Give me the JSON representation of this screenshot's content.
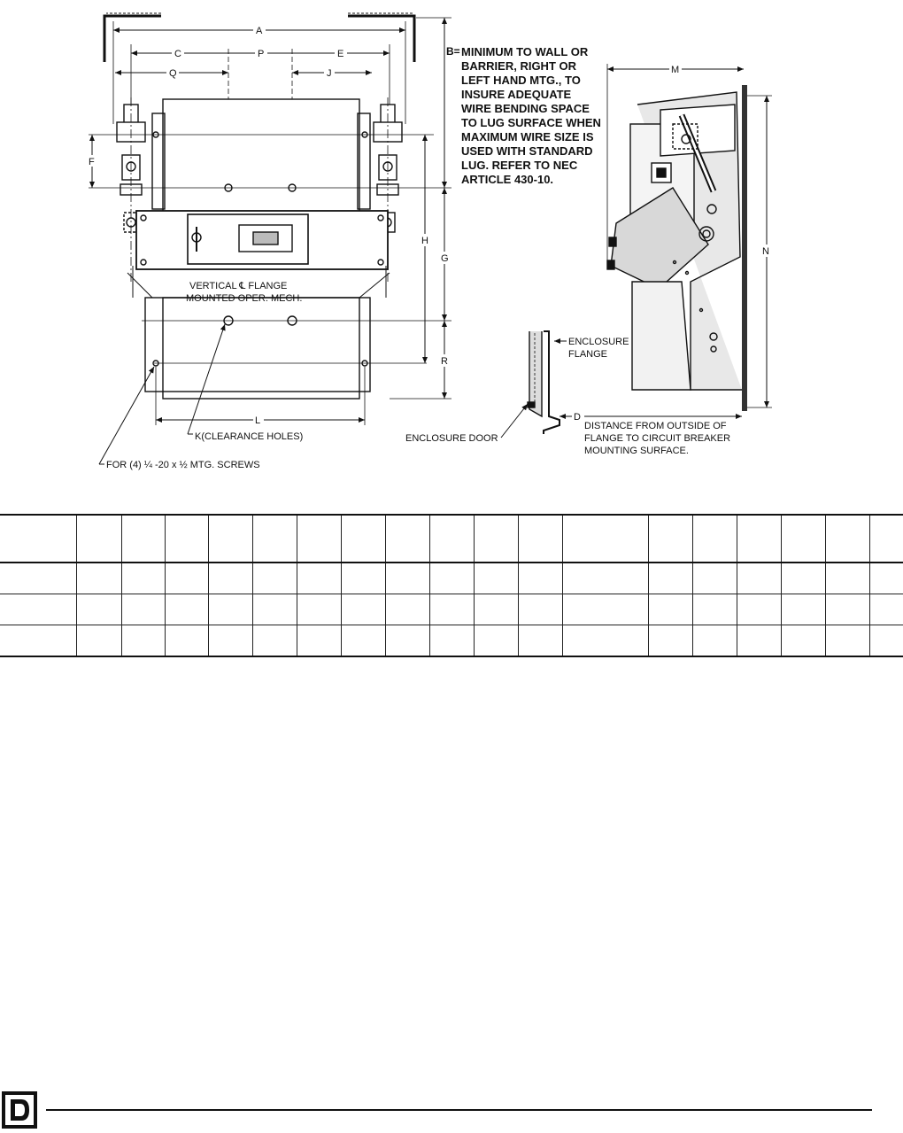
{
  "labels": {
    "dim_A": "A",
    "dim_B": "B=",
    "dim_C": "C",
    "dim_P": "P",
    "dim_E": "E",
    "dim_Q": "Q",
    "dim_J": "J",
    "dim_F": "F",
    "dim_H": "H",
    "dim_G": "G",
    "dim_R": "R",
    "dim_L": "L",
    "dim_M": "M",
    "dim_N": "N",
    "dim_D": "D",
    "mech_note_1": "VERTICAL ℄ FLANGE",
    "mech_note_2": "MOUNTED OPER. MECH.",
    "k_note": "K(CLEARANCE HOLES)",
    "screw_note": "FOR (4) ¼ -20 x ½ MTG. SCREWS",
    "enclosure_flange_1": "ENCLOSURE",
    "enclosure_flange_2": "FLANGE",
    "enclosure_door": "ENCLOSURE DOOR",
    "distance_note_1": "DISTANCE FROM OUTSIDE OF",
    "distance_note_2": "FLANGE TO CIRCUIT BREAKER",
    "distance_note_3": "MOUNTING SURFACE.",
    "b_note": [
      "MINIMUM TO WALL OR",
      "BARRIER, RIGHT OR",
      "LEFT HAND MTG., TO",
      "INSURE ADEQUATE",
      "WIRE BENDING SPACE",
      "TO LUG SURFACE WHEN",
      "MAXIMUM WIRE SIZE IS",
      "USED WITH STANDARD",
      "LUG. REFER TO NEC",
      "ARTICLE 430-10."
    ]
  },
  "table": {
    "columns": 19,
    "body_rows": 3
  },
  "colors": {
    "ink": "#111111",
    "paper": "#ffffff",
    "shade": "#dcdcdc"
  },
  "logo_icon": "square-d-logo-icon"
}
